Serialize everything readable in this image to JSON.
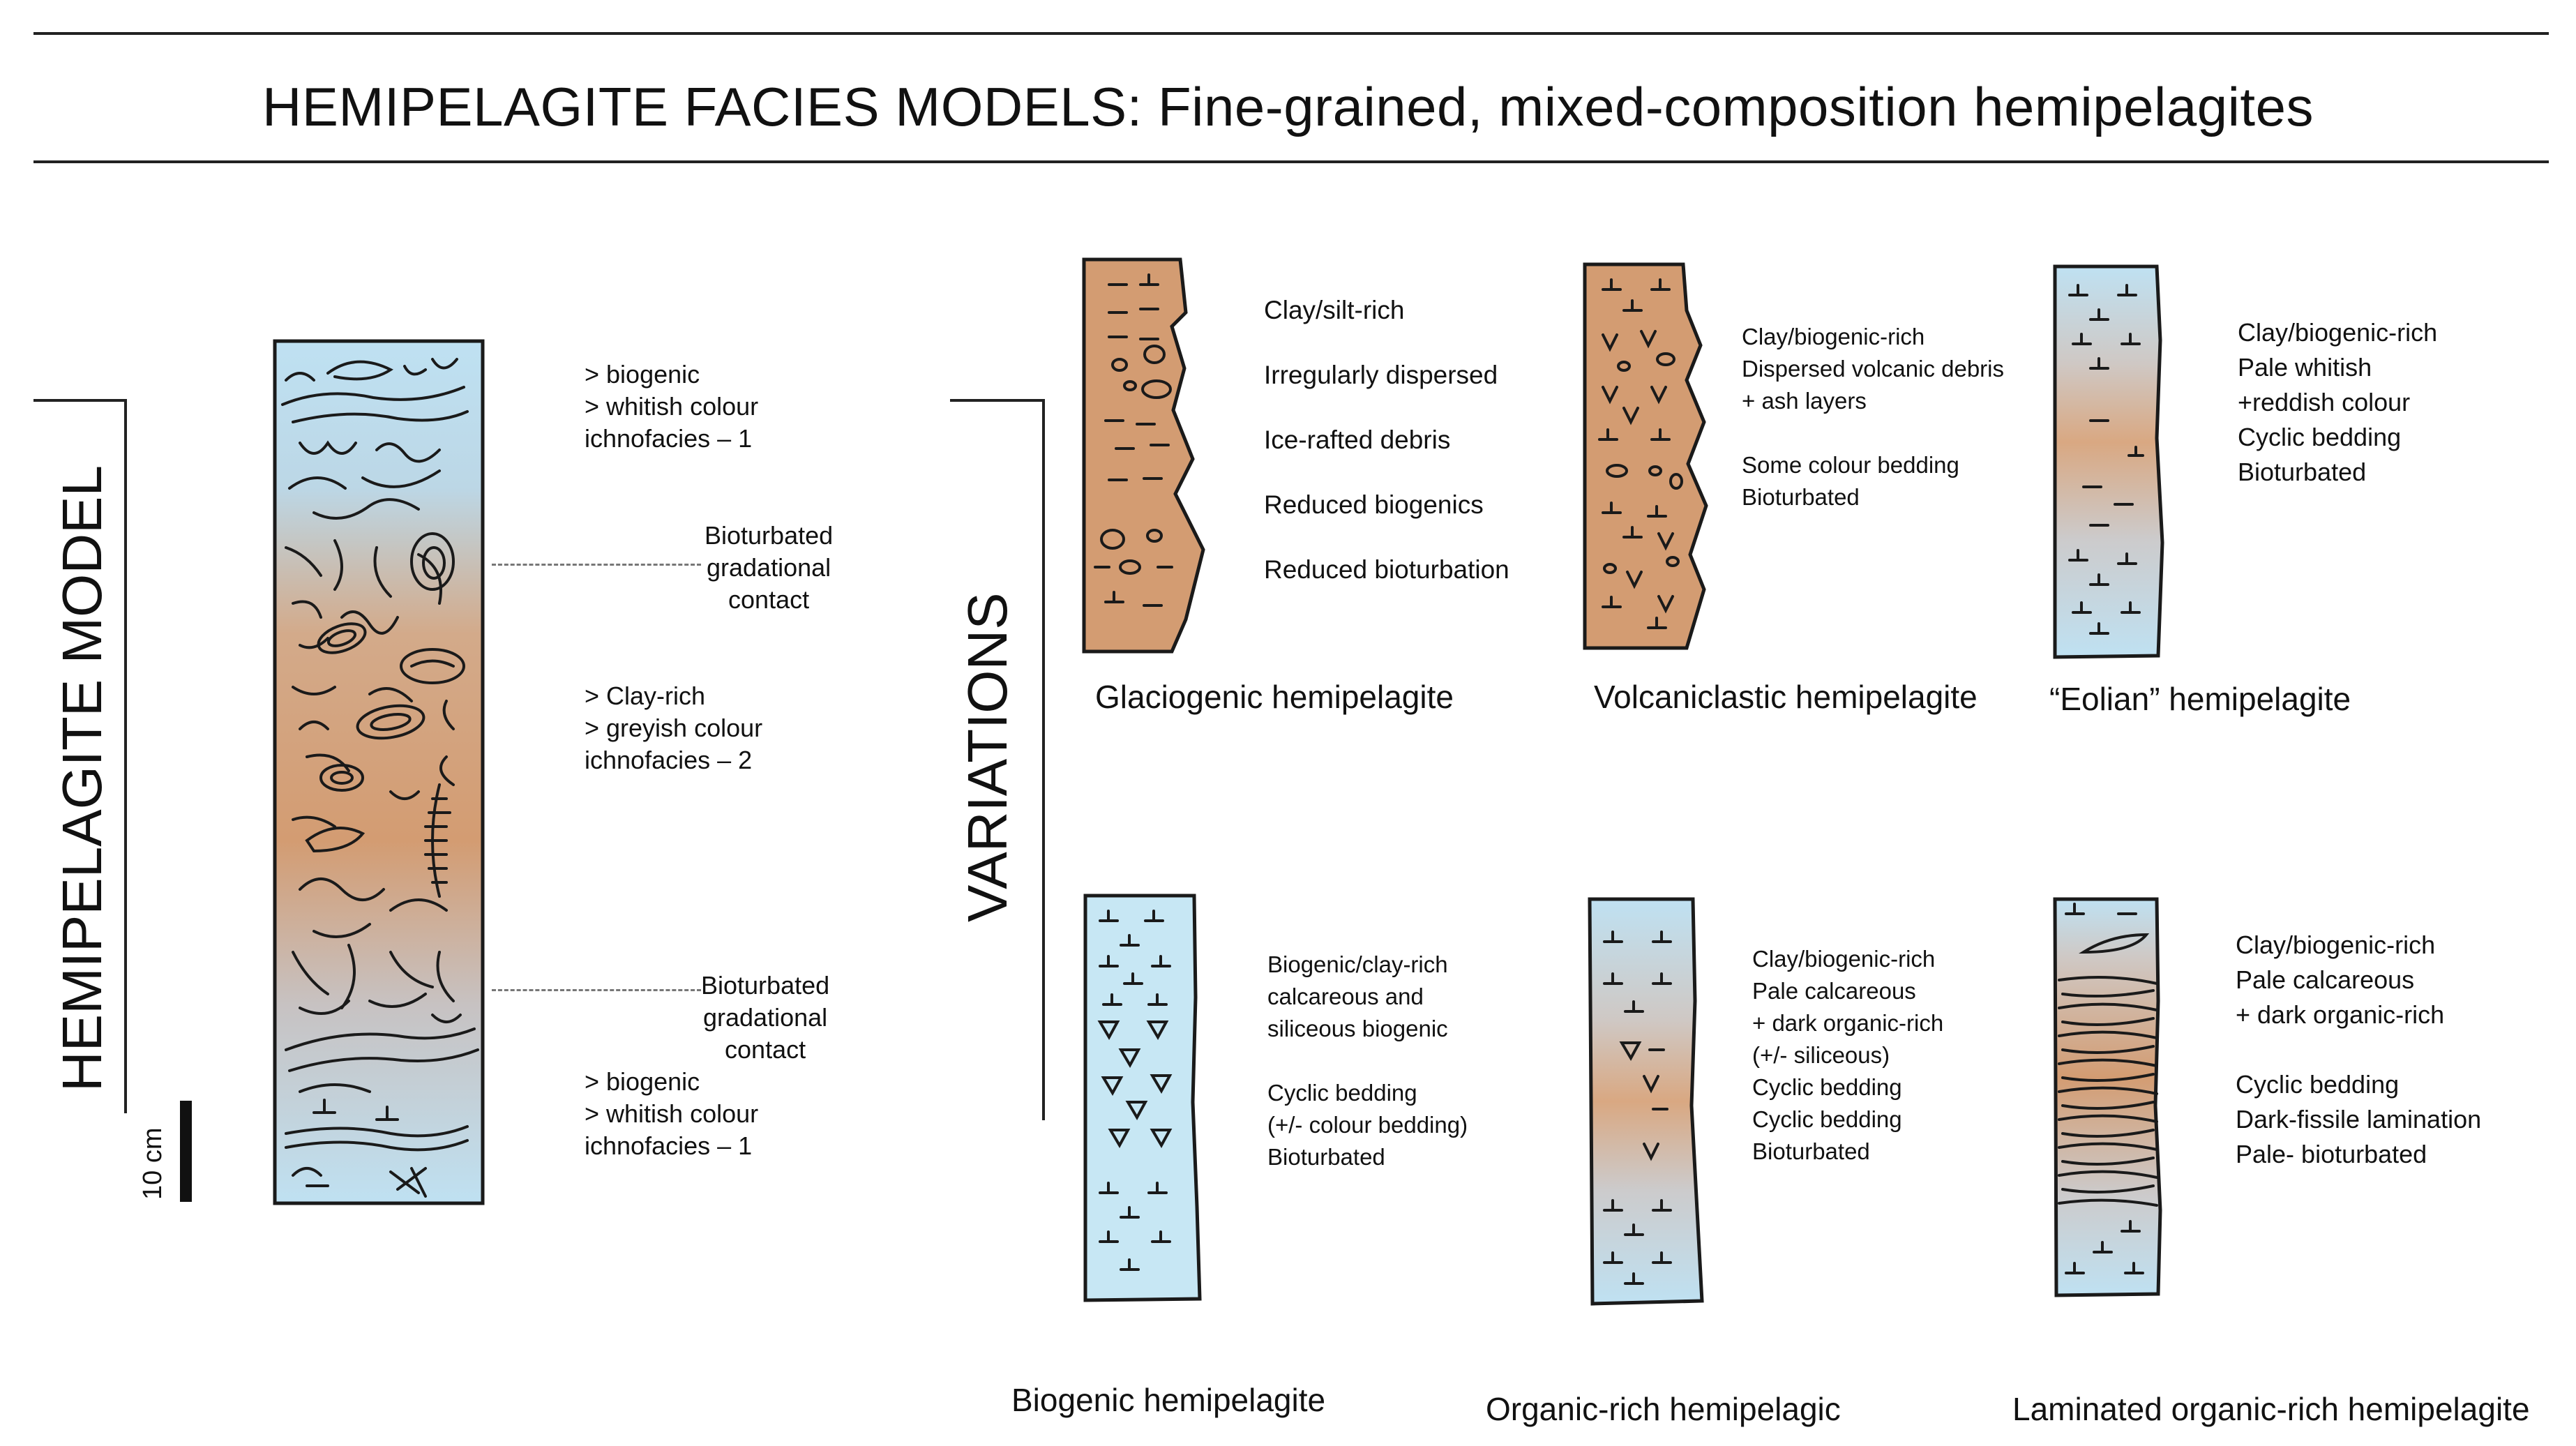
{
  "title": "HEMIPELAGITE FACIES MODELS: Fine-grained, mixed-composition hemipelagites",
  "side_labels": {
    "model": "HEMIPELAGITE MODEL",
    "variations": "VARIATIONS"
  },
  "scale": {
    "label": "10 cm"
  },
  "colors": {
    "blue": "#bfe1f2",
    "tan": "#d39c72",
    "line": "#1a1a1a"
  },
  "model_notes": {
    "top": [
      "> biogenic",
      "> whitish colour",
      "ichnofacies – 1"
    ],
    "contact_upper": [
      "Bioturbated",
      "gradational",
      "contact"
    ],
    "middle": [
      "> Clay-rich",
      "> greyish colour",
      "ichnofacies – 2"
    ],
    "contact_lower": [
      "Bioturbated",
      "gradational",
      "contact"
    ],
    "bottom": [
      "> biogenic",
      "> whitish colour",
      "ichnofacies – 1"
    ]
  },
  "variations": [
    {
      "id": "glaciogenic",
      "caption": "Glaciogenic hemipelagite",
      "notes": [
        "Clay/silt-rich",
        "Irregularly dispersed",
        "Ice-rafted debris",
        "Reduced biogenics",
        "Reduced bioturbation"
      ]
    },
    {
      "id": "volcaniclastic",
      "caption": "Volcaniclastic hemipelagite",
      "notes": [
        "Clay/biogenic-rich",
        "Dispersed volcanic debris",
        "+ ash layers",
        "",
        "Some colour bedding",
        "Bioturbated"
      ]
    },
    {
      "id": "eolian",
      "caption": "“Eolian” hemipelagite",
      "notes": [
        "Clay/biogenic-rich",
        "Pale whitish",
        "+reddish colour",
        "Cyclic bedding",
        "Bioturbated"
      ]
    },
    {
      "id": "biogenic",
      "caption": "Biogenic hemipelagite",
      "notes": [
        "Biogenic/clay-rich",
        "calcareous and",
        "siliceous biogenic",
        "",
        "Cyclic bedding",
        "(+/- colour bedding)",
        "Bioturbated"
      ]
    },
    {
      "id": "organic",
      "caption": "Organic-rich hemipelagic",
      "notes": [
        "Clay/biogenic-rich",
        "Pale calcareous",
        "+ dark organic-rich",
        "(+/- siliceous)",
        "Cyclic bedding",
        "Cyclic bedding",
        "Bioturbated"
      ]
    },
    {
      "id": "laminated",
      "caption": "Laminated organic-rich hemipelagite",
      "notes": [
        "Clay/biogenic-rich",
        "Pale calcareous",
        "+ dark organic-rich",
        "",
        "Cyclic bedding",
        "Dark-fissile lamination",
        "Pale- bioturbated"
      ]
    }
  ]
}
